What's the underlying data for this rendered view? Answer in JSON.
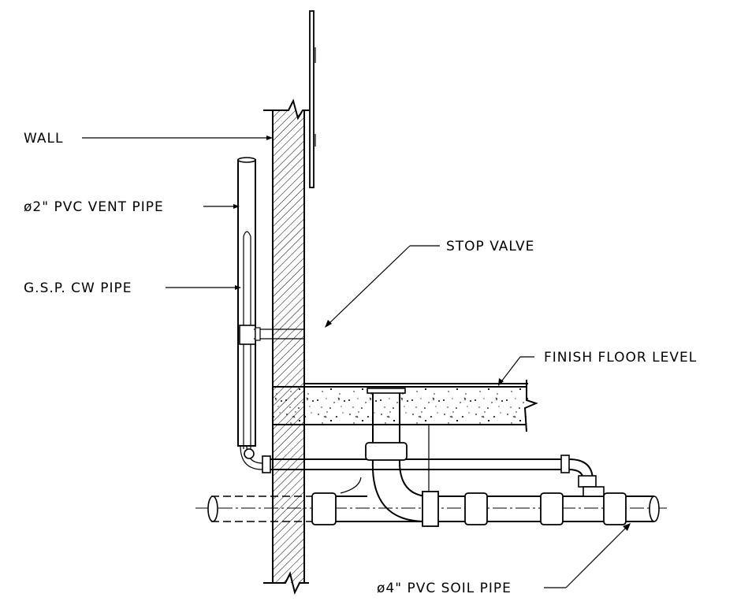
{
  "labels": {
    "wall": "WALL",
    "vent_pipe": "ø2\" PVC VENT PIPE",
    "cw_pipe": "G.S.P. CW PIPE",
    "stop_valve": "STOP VALVE",
    "finish_floor": "FINISH FLOOR LEVEL",
    "soil_pipe": "ø4\" PVC SOIL PIPE"
  }
}
